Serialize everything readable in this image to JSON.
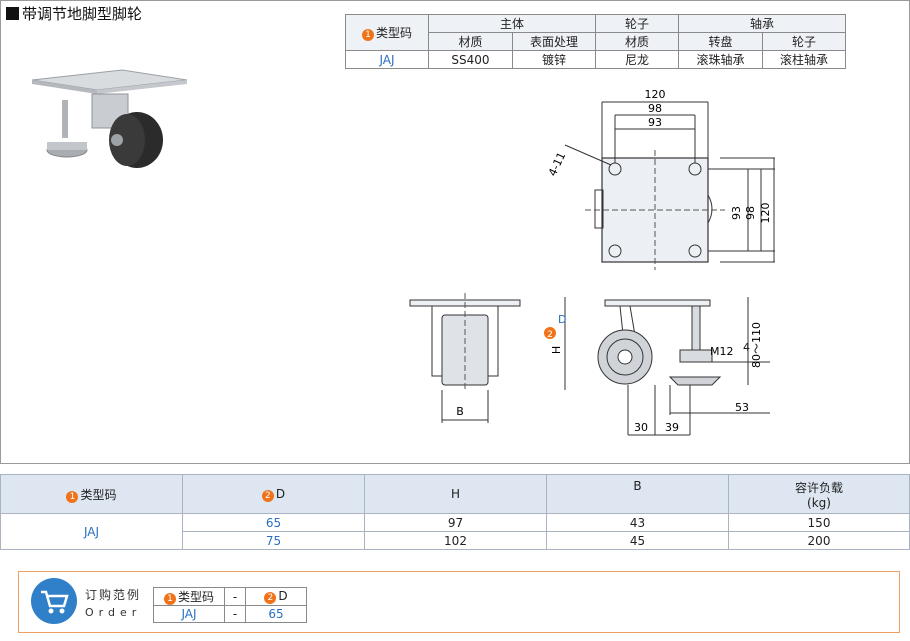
{
  "title": "带调节地脚型脚轮",
  "spec_table": {
    "col_model": "类型码",
    "group_body": "主体",
    "group_wheel": "轮子",
    "group_bearing": "轴承",
    "sub_material": "材质",
    "sub_surface": "表面处理",
    "sub_wheel_material": "材质",
    "sub_turntable": "转盘",
    "sub_wheel": "轮子",
    "row": {
      "model": "JAJ",
      "material": "SS400",
      "surface": "镀锌",
      "wheel_material": "尼龙",
      "turntable": "滚珠轴承",
      "wheel_bearing": "滚柱轴承"
    }
  },
  "badges": {
    "one": "1",
    "two": "2"
  },
  "drawing": {
    "dim_120_top": "120",
    "dim_98_top": "98",
    "dim_93_top": "93",
    "dim_hole": "4-11",
    "dim_93_side": "93",
    "dim_98_side": "98",
    "dim_120_side": "120",
    "label_D": "D",
    "label_H": "H",
    "label_B": "B",
    "dim_4": "4",
    "dim_80_110": "80～110",
    "dim_M12": "M12",
    "dim_53": "53",
    "dim_30": "30",
    "dim_39": "39"
  },
  "main_table": {
    "h_model": "类型码",
    "h_D": "D",
    "h_H": "H",
    "h_B": "B",
    "h_load1": "容许负载",
    "h_load2": "(kg)",
    "model": "JAJ",
    "rows": [
      {
        "D": "65",
        "H": "97",
        "B": "43",
        "load": "150"
      },
      {
        "D": "75",
        "H": "102",
        "B": "45",
        "load": "200"
      }
    ]
  },
  "order": {
    "title": "订购范例",
    "subtitle": "Order",
    "h_model": "类型码",
    "h_dash": "-",
    "h_D": "D",
    "v_model": "JAJ",
    "v_dash": "-",
    "v_D": "65"
  },
  "colors": {
    "accent_blue": "#2a6fc0",
    "badge_orange": "#f0731a",
    "header_bg": "#dde6f1"
  }
}
